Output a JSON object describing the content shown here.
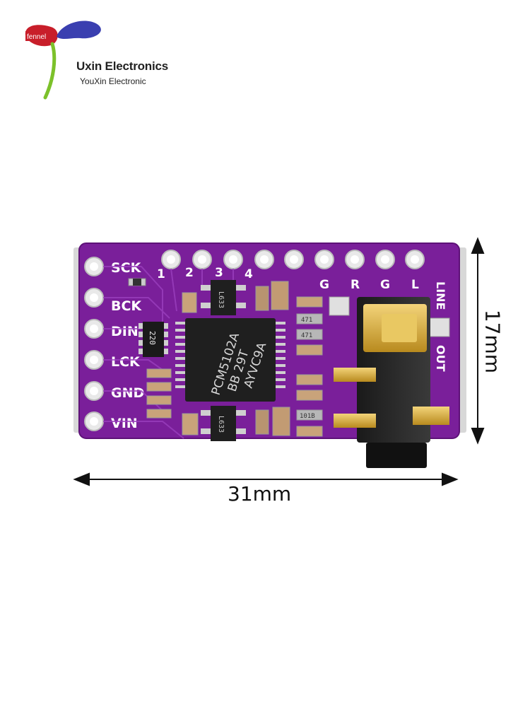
{
  "brand": {
    "logo_text": "fennel",
    "name": "Uxin Electronics",
    "subtitle": "YouXin Electronic"
  },
  "board": {
    "color": "#7a1f9a",
    "left_pins": [
      "SCK",
      "BCK",
      "DIN",
      "LCK",
      "GND",
      "VIN"
    ],
    "top_numbers": [
      "1",
      "2",
      "3",
      "4"
    ],
    "top_letters": [
      "G",
      "R",
      "G",
      "L"
    ],
    "side_label_line": "LINE",
    "side_label_out": "OUT",
    "chip_line1": "PCM5102A",
    "chip_line2": "BB 29T",
    "chip_line3": "AYVC9A",
    "resistor_array": "220",
    "regulator_mark": "L633",
    "cap_mark": "471",
    "cap_mark2": "101B"
  },
  "dimensions": {
    "width": "31mm",
    "height": "17mm"
  }
}
